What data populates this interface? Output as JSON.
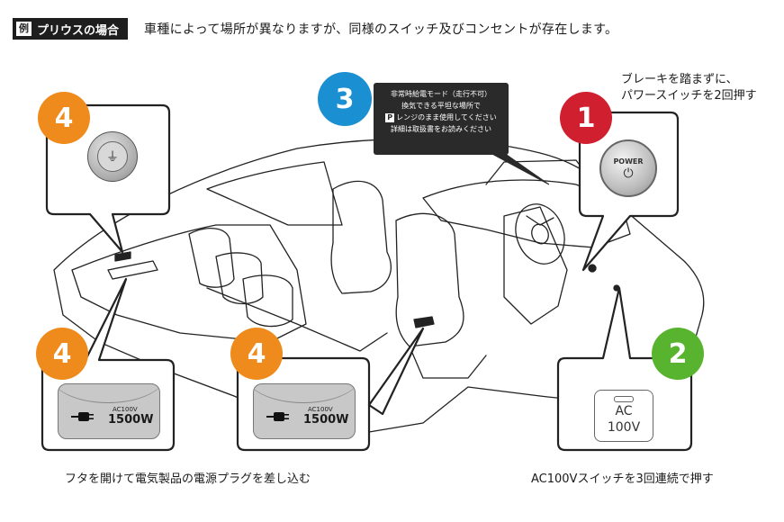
{
  "header": {
    "tag_example": "例",
    "tag_label": "プリウスの場合",
    "description": "車種によって場所が異なりますが、同様のスイッチ及びコンセントが存在します。"
  },
  "steps": {
    "s1": {
      "number": "1",
      "color": "#d0202f",
      "instruction_line1": "ブレーキを踏まずに、",
      "instruction_line2": "パワースイッチを2回押す"
    },
    "s2": {
      "number": "2",
      "color": "#58b42e",
      "instruction": "AC100Vスイッチを3回連続で押す"
    },
    "s3": {
      "number": "3",
      "color": "#1a8fd1"
    },
    "s4": {
      "number": "4",
      "color": "#ef8b1c",
      "instruction": "フタを開けて電気製品の電源プラグを差し込む"
    }
  },
  "notice": {
    "line1": "非常時給電モード（走行不可）",
    "line2": "換気できる平坦な場所で",
    "p_mark": "P",
    "line3": "レンジのまま使用してください",
    "line4": "詳細は取扱書をお読みください"
  },
  "power_button": {
    "label": "POWER",
    "icon": "power-icon"
  },
  "ac_switch": {
    "line1": "AC",
    "line2": "100V"
  },
  "socket": {
    "label_small": "AC100V",
    "label_large": "1500W",
    "icon": "plug-icon"
  },
  "ground_knob": {
    "icon": "ground-icon"
  }
}
